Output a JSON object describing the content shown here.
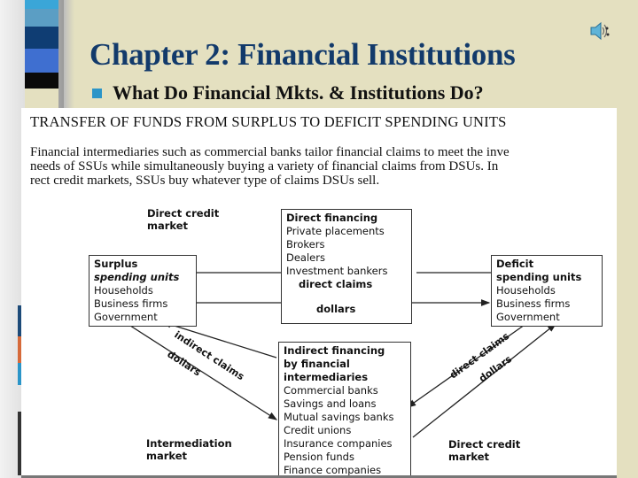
{
  "slide": {
    "title": "Chapter 2:  Financial Institutions",
    "bullet": "What Do Financial Mkts. & Institutions Do?",
    "icon": "speaker-icon",
    "colors": {
      "title": "#123a6b",
      "bullet": "#2b95c8",
      "background": "#e4e0c0"
    }
  },
  "figure": {
    "heading": "TRANSFER OF FUNDS FROM SURPLUS TO DEFICIT SPENDING UNITS",
    "paragraph": [
      "Financial intermediaries such as commercial banks tailor financial claims to meet the inve",
      "needs of SSUs while simultaneously buying a variety of financial claims from DSUs. In",
      "rect credit markets, SSUs buy whatever type of claims DSUs sell."
    ],
    "labels": {
      "direct_credit_market_top": [
        "Direct credit",
        "market"
      ],
      "intermediation_market": [
        "Intermediation",
        "market"
      ],
      "direct_credit_market_bottom": [
        "Direct credit",
        "market"
      ]
    },
    "surplus_box": {
      "title": "Surplus",
      "subtitle": "spending units",
      "items": [
        "Households",
        "Business firms",
        "Government"
      ]
    },
    "deficit_box": {
      "title": "Deficit",
      "subtitle": "spending units",
      "items": [
        "Households",
        "Business firms",
        "Government"
      ]
    },
    "direct_box": {
      "title": "Direct financing",
      "items": [
        "Private placements",
        "Brokers",
        "Dealers",
        "Investment bankers"
      ],
      "flow_top": "direct claims",
      "flow_bottom": "dollars"
    },
    "indirect_box": {
      "title": [
        "Indirect financing",
        "by financial",
        "intermediaries"
      ],
      "items": [
        "Commercial banks",
        "Savings and loans",
        "Mutual savings banks",
        "Credit unions",
        "Insurance companies",
        "Pension funds",
        "Finance companies"
      ]
    },
    "arrows": {
      "left_upper": "indirect claims",
      "left_lower": "dollars",
      "right_upper": "direct claims",
      "right_lower": "dollars"
    }
  }
}
